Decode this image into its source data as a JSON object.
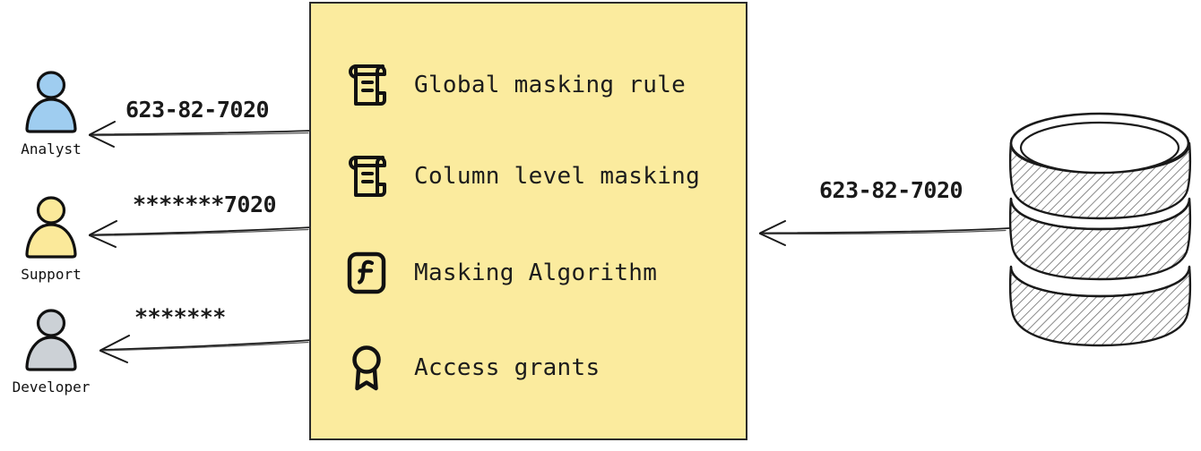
{
  "diagram": {
    "type": "data-masking-flow",
    "background_color": "#ffffff",
    "panel_color": "#fbeb9e",
    "stroke_color": "#1a1a1a"
  },
  "actors": [
    {
      "id": "analyst",
      "label": "Analyst",
      "color": "#9fcdf0",
      "icon": "person-icon",
      "revealed_value": "623-82-7020",
      "masking": "none"
    },
    {
      "id": "support",
      "label": "Support",
      "color": "#fbe99a",
      "icon": "person-icon",
      "revealed_value": "*******7020",
      "masking": "partial"
    },
    {
      "id": "developer",
      "label": "Developer",
      "color": "#ccd1d6",
      "icon": "person-icon",
      "revealed_value": "*******",
      "masking": "full"
    }
  ],
  "policy_panel": {
    "items": [
      {
        "icon": "scroll-icon",
        "label": "Global masking rule"
      },
      {
        "icon": "scroll-icon",
        "label": "Column level masking"
      },
      {
        "icon": "function-icon",
        "label": "Masking Algorithm"
      },
      {
        "icon": "medal-icon",
        "label": "Access grants"
      }
    ]
  },
  "source": {
    "id": "database",
    "icon": "database-cylinder-icon",
    "label": "",
    "outgoing_value": "623-82-7020"
  },
  "edges": [
    {
      "from": "policy_panel",
      "to": "analyst",
      "label": "623-82-7020",
      "direction": "left"
    },
    {
      "from": "policy_panel",
      "to": "support",
      "label": "*******7020",
      "direction": "left"
    },
    {
      "from": "policy_panel",
      "to": "developer",
      "label": "*******",
      "direction": "left"
    },
    {
      "from": "database",
      "to": "policy_panel",
      "label": "623-82-7020",
      "direction": "left"
    }
  ]
}
